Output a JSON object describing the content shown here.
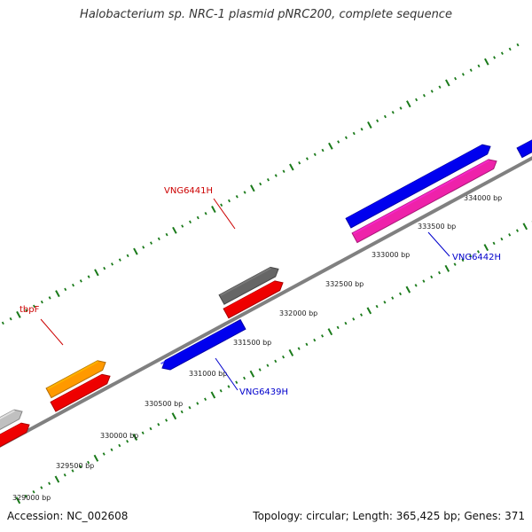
{
  "title": "Halobacterium sp. NRC-1 plasmid pNRC200, complete sequence",
  "footer": {
    "accession": "Accession: NC_002608",
    "summary": "Topology: circular; Length: 365,425 bp; Genes: 371"
  },
  "colors": {
    "backbone": "#808080",
    "tick": "#1a7a1a",
    "forward_label": "#cc0000",
    "reverse_label": "#0000cc"
  },
  "tick_labels": [
    "329000 bp",
    "329500 bp",
    "330000 bp",
    "330500 bp",
    "331000 bp",
    "331500 bp",
    "332000 bp",
    "332500 bp",
    "333000 bp",
    "333500 bp",
    "334000 bp"
  ],
  "genes": [
    {
      "id": "grey-gene",
      "label": "",
      "color": "#c0c0c0",
      "strand": "forward"
    },
    {
      "id": "red-gene-1",
      "label": "",
      "color": "#ee0000",
      "strand": "forward"
    },
    {
      "id": "tbpF-gene",
      "label": "tbpF",
      "color": "#ff9900",
      "strand": "forward"
    },
    {
      "id": "red-gene-2",
      "label": "",
      "color": "#ee0000",
      "strand": "forward"
    },
    {
      "id": "VNG6441H-gene",
      "label": "VNG6441H",
      "color": "#666666",
      "strand": "forward"
    },
    {
      "id": "red-gene-3",
      "label": "",
      "color": "#ee0000",
      "strand": "forward"
    },
    {
      "id": "VNG6439H-gene",
      "label": "VNG6439H",
      "color": "#0000ee",
      "strand": "reverse"
    },
    {
      "id": "blue-gene-long",
      "label": "",
      "color": "#0000ee",
      "strand": "forward"
    },
    {
      "id": "VNG6442H-gene",
      "label": "VNG6442H",
      "color": "#ee22aa",
      "strand": "forward"
    },
    {
      "id": "blue-gene-edge",
      "label": "",
      "color": "#0000ee",
      "strand": "forward"
    }
  ]
}
